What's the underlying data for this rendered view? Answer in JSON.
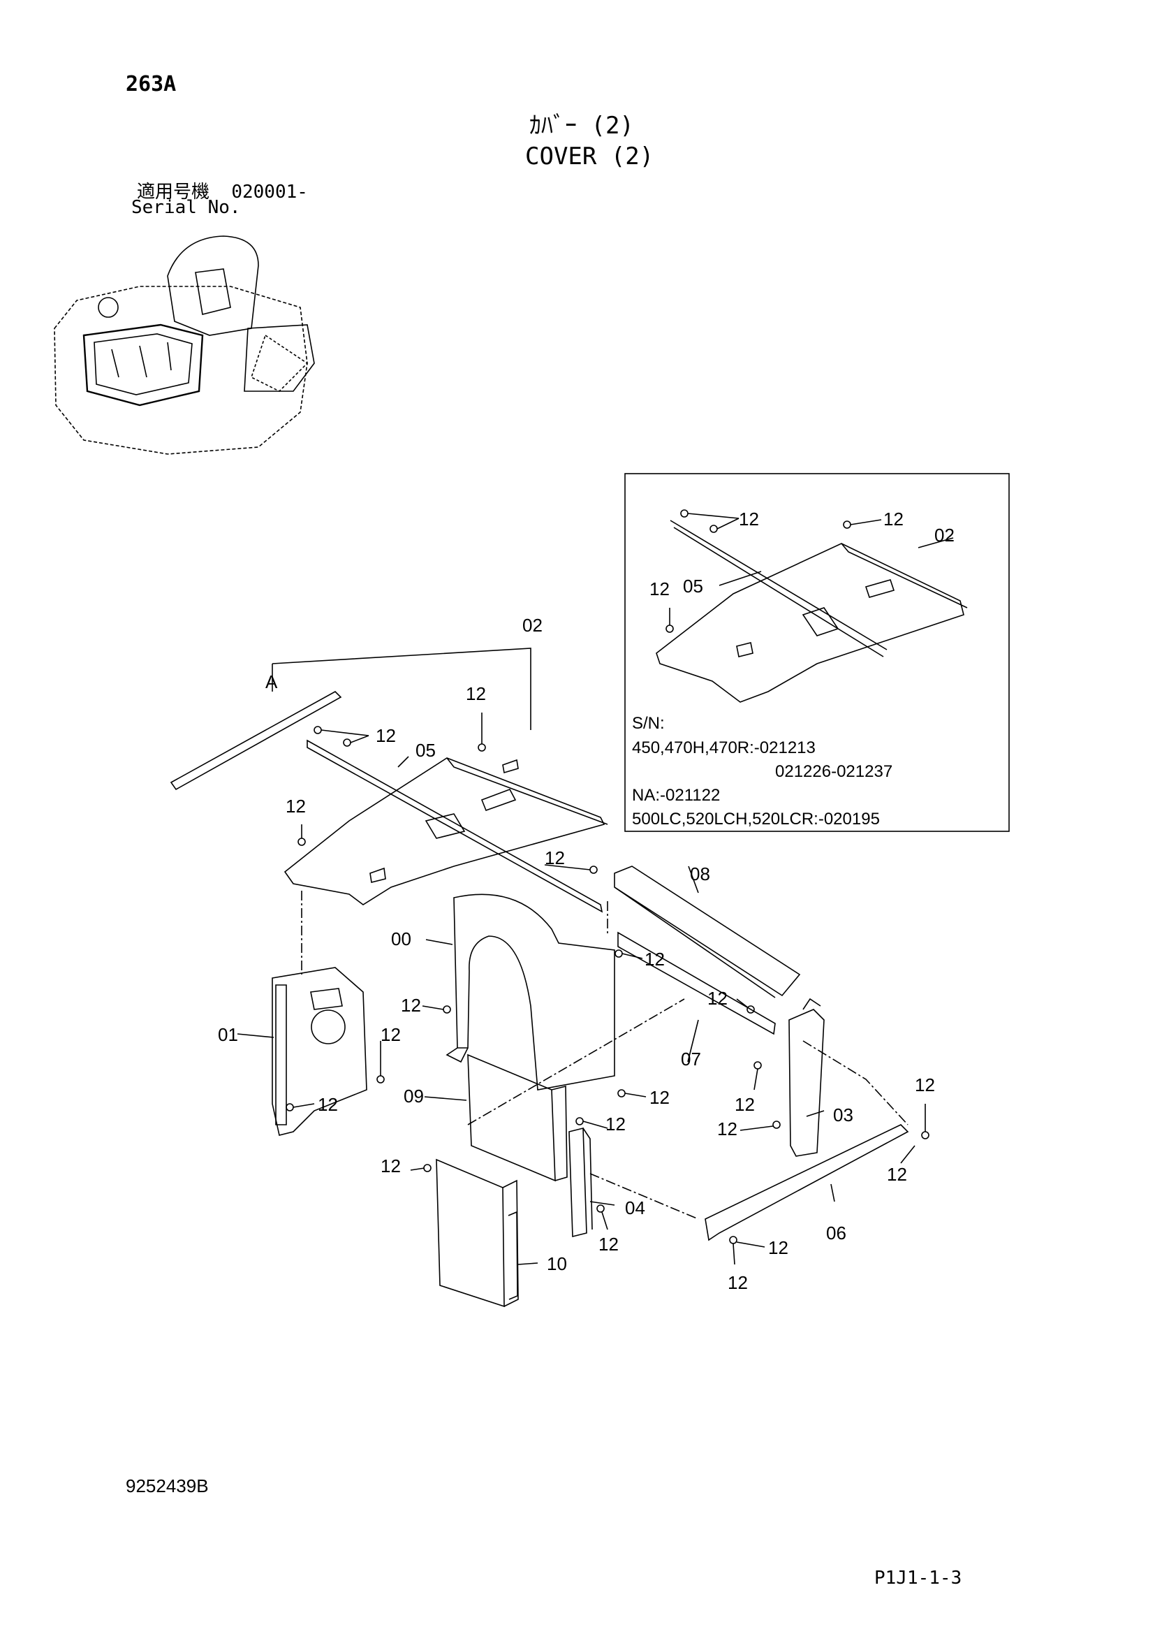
{
  "header": {
    "page_code": "263A",
    "title_ja": "ｶﾊﾞｰ (2)",
    "title_en": "COVER (2)",
    "serial_label_ja": "適用号機",
    "serial_range": "020001-",
    "serial_label_en": "Serial No."
  },
  "inset": {
    "callouts": [
      "12",
      "12",
      "02",
      "05",
      "12"
    ],
    "sn_label": "S/N:",
    "sn_line1": "450,470H,470R:-021213",
    "sn_line2": "021226-021237",
    "sn_line3": "NA:-021122",
    "sn_line4": "500LC,520LCH,520LCR:-020195"
  },
  "main": {
    "view_label": "A",
    "callouts": {
      "c02": "02",
      "c05": "05",
      "c00": "00",
      "c01": "01",
      "c03": "03",
      "c04": "04",
      "c06": "06",
      "c07": "07",
      "c08": "08",
      "c09": "09",
      "c10": "10",
      "bolt": "12"
    }
  },
  "footer": {
    "doc_number": "9252439B",
    "page_ref": "P1J1-1-3"
  }
}
